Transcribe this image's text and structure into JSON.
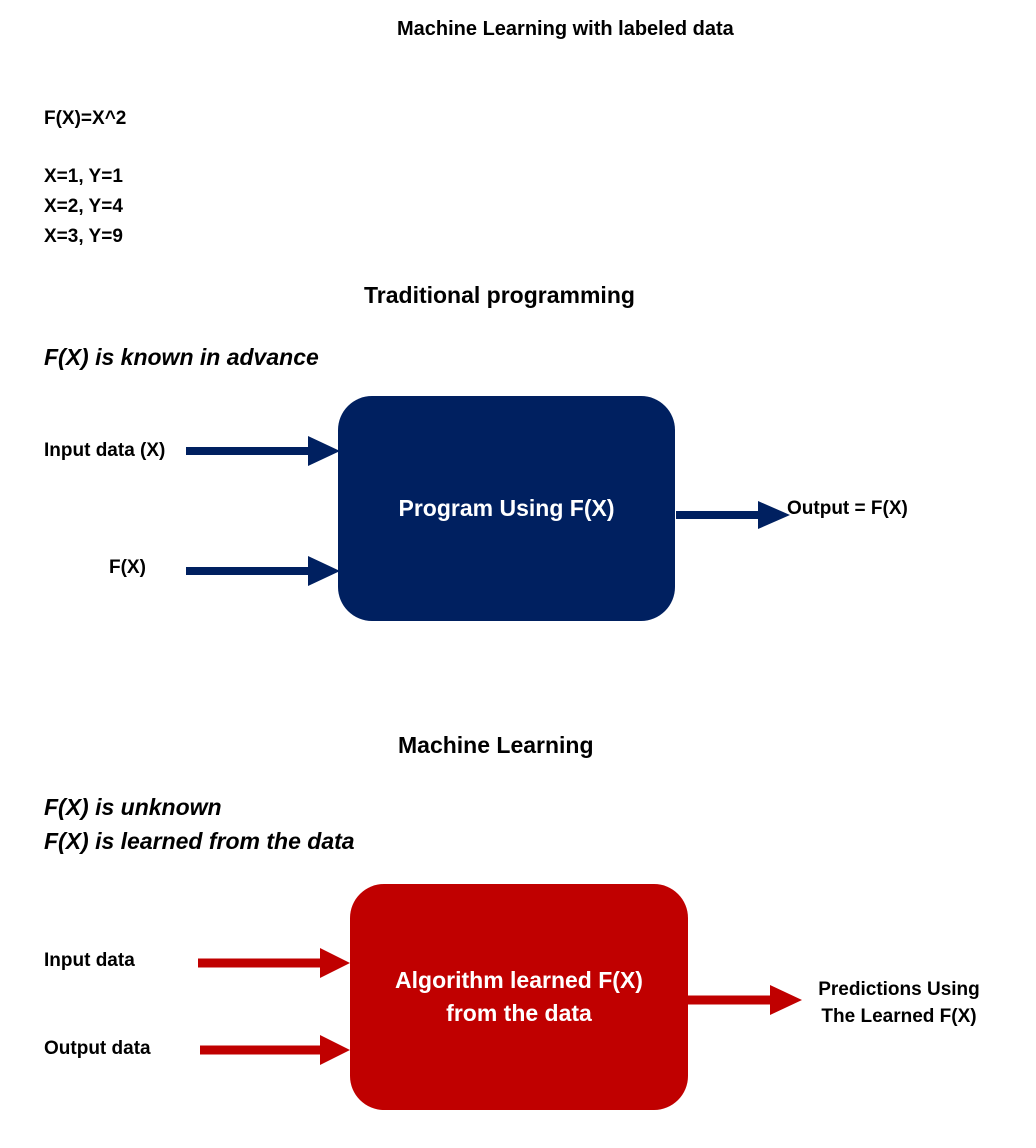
{
  "title": "Machine Learning with labeled data",
  "example": {
    "function": "F(X)=X^2",
    "pairs": [
      "X=1, Y=1",
      "X=2, Y=4",
      "X=3, Y=9"
    ]
  },
  "traditional": {
    "heading": "Traditional programming",
    "note": "F(X) is known in advance",
    "input_label": "Input data (X)",
    "fx_label": "F(X)",
    "box_label": "Program Using F(X)",
    "output_label": "Output = F(X)"
  },
  "ml": {
    "heading": "Machine Learning",
    "note_1": "F(X) is unknown",
    "note_2": "F(X) is learned from the data",
    "input_label": "Input data",
    "output_label": "Output data",
    "box_line_1": "Algorithm learned F(X)",
    "box_line_2": "from the data",
    "pred_line_1": "Predictions Using",
    "pred_line_2": "The Learned F(X)"
  },
  "colors": {
    "traditional": "#002060",
    "ml": "#C00000",
    "box_text": "#FFFFFF"
  }
}
